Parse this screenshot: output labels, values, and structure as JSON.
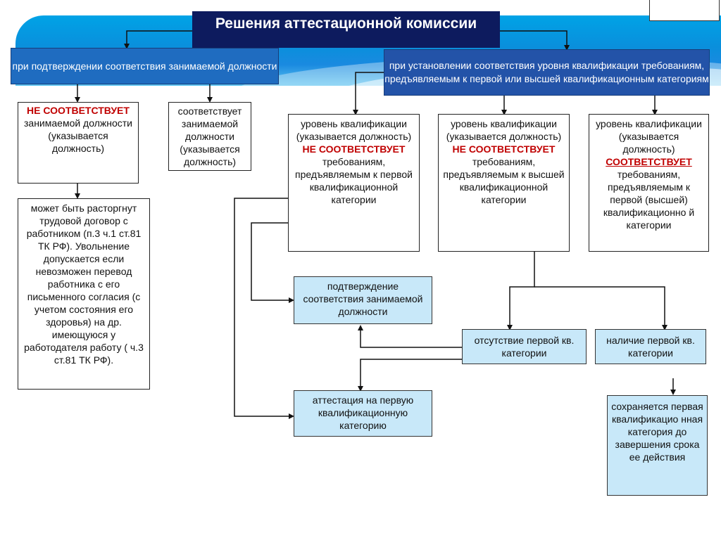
{
  "title": "Решения аттестационной комиссии",
  "branch_left": "при подтверждении соответствия занимаемой должности",
  "branch_right": "при установлении соответствия уровня квалификации требованиям, предъявляемым к первой или высшей квалификационным категориям",
  "not_match": {
    "highlight": "НЕ СООТВЕТСТВУЕТ",
    "text": "занимаемой должности (указывается должность)"
  },
  "match": {
    "text": "соответствует занимаемой должности (указывается должность)"
  },
  "dismissal": {
    "text": "может быть расторгнут трудовой договор с работником (п.3 ч.1 ст.81 ТК  РФ). Увольнение допускается если невозможен перевод работника с его письменного согласия (с учетом состояния его здоровья) на др. имеющуюся у работодателя работу ( ч.3 ст.81 ТК  РФ)."
  },
  "level_first_fail": {
    "before": "уровень квалификации (указывается должность)",
    "highlight": "НЕ СООТВЕТСТВУЕТ",
    "after": "требованиям, предъявляемым к первой квалификационной категории"
  },
  "level_high_fail": {
    "before": "уровень квалификации (указывается должность)",
    "highlight": "НЕ СООТВЕТСТВУЕТ",
    "after": "требованиям, предъявляемым к высшей квалификационной категории"
  },
  "level_ok": {
    "before": "уровень квалификации (указывается должность)",
    "highlight": "СООТВЕТСТВУЕТ",
    "after": "требованиям, предъявляемым к первой (высшей) квалификационно й категории"
  },
  "confirm_position": "подтверждение соответствия занимаемой должности",
  "no_first_category": "отсутствие первой кв. категории",
  "has_first_category": "наличие первой кв. категории",
  "attest_first": "аттестация на первую квалификационную категорию",
  "keep_first": "сохраняется первая квалификацио нная категория до завершения срока ее действия",
  "colors": {
    "title_bg": "#0d1b5e",
    "branch_left_bg": "#1f6cc0",
    "branch_right_bg": "#2353a8",
    "light_box_bg": "#c8e8f9",
    "highlight": "#c00000"
  }
}
